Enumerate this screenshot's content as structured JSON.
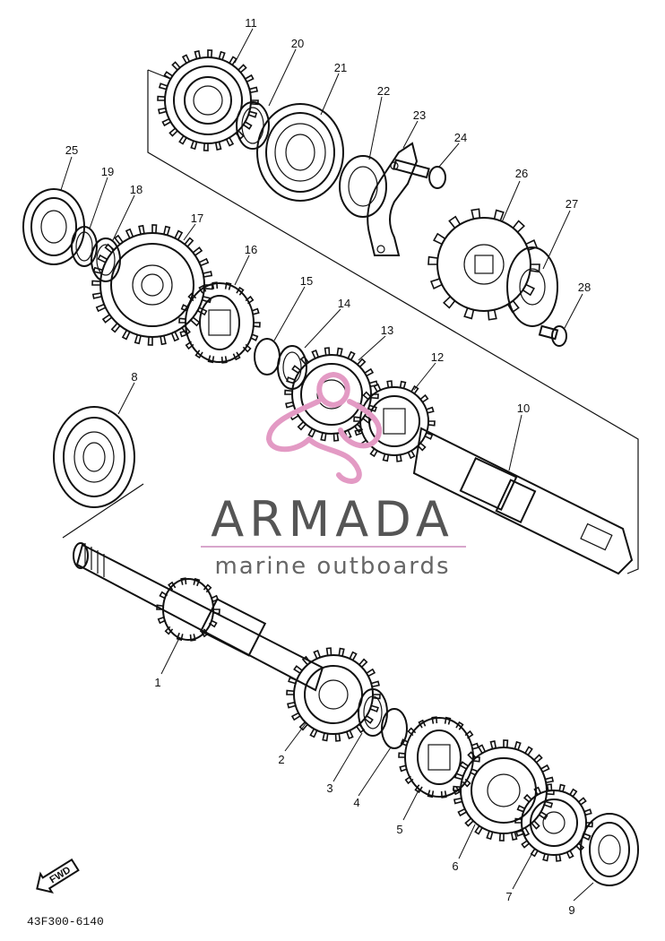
{
  "diagram": {
    "part_numbers": [
      "1",
      "2",
      "3",
      "4",
      "5",
      "6",
      "7",
      "8",
      "9",
      "10",
      "11",
      "12",
      "13",
      "14",
      "15",
      "16",
      "17",
      "18",
      "19",
      "20",
      "21",
      "22",
      "23",
      "24",
      "25",
      "26",
      "27",
      "28"
    ],
    "direction_marker": "FWD",
    "drawing_code": "43F300-6140"
  },
  "watermark": {
    "title": "ARMADA",
    "subtitle": "marine outboards",
    "logo_color": "#e39ac4",
    "text_color": "#555555",
    "rule_color": "#d8a6cc"
  }
}
